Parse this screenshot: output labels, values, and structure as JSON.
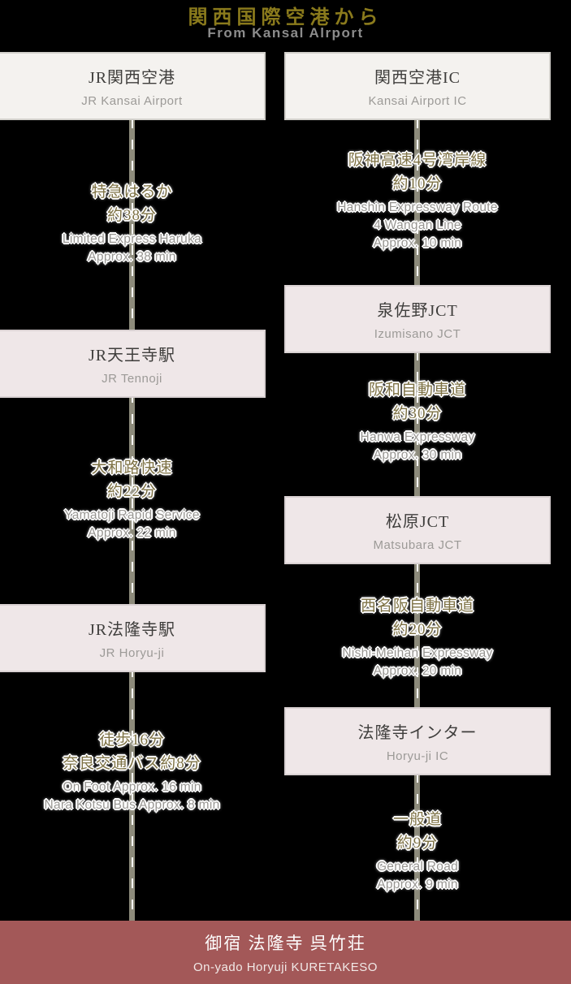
{
  "header": {
    "title_ja": "関西国際空港から",
    "title_en": "From Kansal Alrport"
  },
  "colors": {
    "background": "#000000",
    "title_gold": "#8a7a1c",
    "label_gold": "#7e7245",
    "label_gray": "#989692",
    "box_white": "#f4f2ef",
    "box_pink": "#efe7e8",
    "road_line": "#8d8b7b",
    "destination_maroon": "#a35858"
  },
  "routes": [
    {
      "id": "train",
      "stops": [
        {
          "ja": "JR関西空港",
          "en": "JR Kansai Airport"
        },
        {
          "ja": "JR天王寺駅",
          "en": "JR Tennoji"
        },
        {
          "ja": "JR法隆寺駅",
          "en": "JR Horyu-ji"
        }
      ],
      "segments": [
        {
          "ja_lines": [
            "特急はるか",
            "約38分"
          ],
          "en_lines": [
            "Limited Express Haruka",
            "Approx. 38 min"
          ]
        },
        {
          "ja_lines": [
            "大和路快速",
            "約22分"
          ],
          "en_lines": [
            "Yamatoji Rapid Service",
            "Approx. 22 min"
          ]
        },
        {
          "ja_lines": [
            "徒歩16分",
            "奈良交通バス約8分"
          ],
          "en_lines": [
            "On Foot Approx. 16 min",
            "Nara Kotsu Bus Approx. 8 min"
          ]
        }
      ]
    },
    {
      "id": "car",
      "stops": [
        {
          "ja": "関西空港IC",
          "en": "Kansai Airport IC"
        },
        {
          "ja": "泉佐野JCT",
          "en": "Izumisano JCT"
        },
        {
          "ja": "松原JCT",
          "en": "Matsubara JCT"
        },
        {
          "ja": "法隆寺インター",
          "en": "Horyu-ji IC"
        }
      ],
      "segments": [
        {
          "ja_lines": [
            "阪神高速4号湾岸線",
            "約10分"
          ],
          "en_lines": [
            "Hanshin Expressway Route",
            "4 Wangan Line",
            "Approx. 10 min"
          ]
        },
        {
          "ja_lines": [
            "阪和自動車道",
            "約30分"
          ],
          "en_lines": [
            "Hanwa Expressway",
            "Approx. 30 min"
          ]
        },
        {
          "ja_lines": [
            "西名阪自動車道",
            "約20分"
          ],
          "en_lines": [
            "Nishi-Meihan Expressway",
            "Approx. 20 min"
          ]
        },
        {
          "ja_lines": [
            "一般道",
            "約9分"
          ],
          "en_lines": [
            "General Road",
            "Approx. 9 min"
          ]
        }
      ]
    }
  ],
  "destination": {
    "ja": "御宿 法隆寺 呉竹荘",
    "en": "On-yado Horyuji KURETAKESO"
  }
}
